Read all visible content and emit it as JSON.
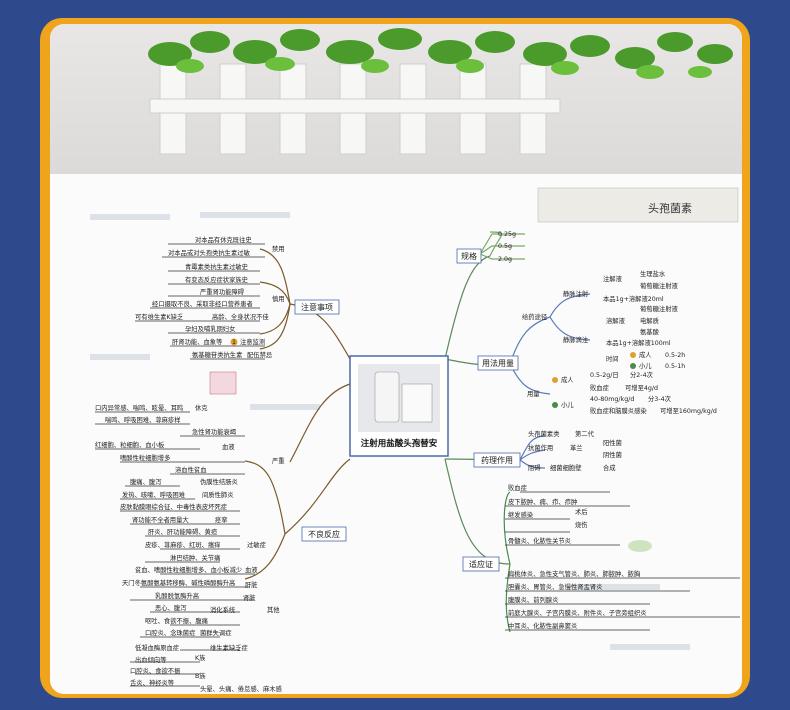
{
  "header_title": "头孢菌素",
  "central": "注射用盐酸头孢替安",
  "badge_counts": {
    "one": "1"
  },
  "guige": {
    "label": "规格",
    "items": [
      "0.25g",
      "0.5g",
      "2.0g"
    ]
  },
  "yongfa": {
    "label": "用法用量",
    "route_label": "给药途径",
    "iv_push": "静脉注射",
    "iv_push_items": [
      "注解液",
      "生理盐水",
      "葡萄糖注射液",
      "本品1g+溶解液20ml"
    ],
    "iv_drip": "静脉滴注",
    "iv_drip_items": [
      "溶解液",
      "葡萄糖注射液",
      "电解质",
      "氨基酸",
      "本品1g+溶解液100ml"
    ],
    "time_label": "时间",
    "adult_time": "成人",
    "adult_time_val": "0.5-2h",
    "child_time": "小儿",
    "child_time_val": "0.5-1h",
    "dose_label": "用量",
    "adult": "成人",
    "adult_items": [
      "0.5-2g/日",
      "分2-4次"
    ],
    "child": "小儿",
    "child_items": [
      "败血症",
      "可增至4g/d",
      "40-80mg/kg/d",
      "分3-4次",
      "败血症和脑膜炎感染",
      "可增至160mg/kg/d"
    ]
  },
  "yaoli": {
    "label": "药理作用",
    "class": "头孢菌素类",
    "gen": "第二代",
    "antibac": "抗菌作用",
    "antibac_val": "革兰",
    "gplus": "阳性菌",
    "gminus": "阴性菌",
    "inhibit": "阻碍",
    "inhibit_val": "细菌细胞壁",
    "synth": "合成"
  },
  "shiying": {
    "label": "适应证",
    "group_label": "败血症",
    "items": [
      "皮下脓肿、痈、疖、疖肿",
      "继发感染",
      "术后",
      "烧伤",
      "骨髓炎、化脓性关节炎",
      "扁桃体炎、急性支气管炎、肺炎、肺脓肿、脓胸",
      "胆囊炎、胃管炎、急慢性肾盂肾炎",
      "腹膜炎、前列腺炎",
      "前庭大腺炎、子宫内膜炎、附件炎、子宫旁组织炎",
      "中耳炎、化脓性副鼻窦炎"
    ]
  },
  "zhuyi": {
    "label": "注意事项",
    "forbid": "禁用",
    "forbid_items": [
      "对本品有休克既往史",
      "对本品或对头孢类抗生素过敏"
    ],
    "caution": "慎用",
    "caution_items": [
      "青霉素类抗生素过敏史",
      "有变态反应症状家族史",
      "严重肾功能障碍",
      "经口摄取不良、采取非经口营养患者",
      "可有维生素K缺乏",
      "高龄、全身状况不佳",
      "孕妇及哺乳期妇女"
    ],
    "monitor": "注意监测",
    "monitor_items": [
      "肝肾功能、血象等"
    ],
    "compat": "配伍禁忌",
    "compat_items": [
      "氨基糖苷类抗生素"
    ]
  },
  "buliang": {
    "label": "不良反应",
    "severe": "严重",
    "shock_label": "休克",
    "shock_items": [
      "口内异常感、喘鸣、眩晕、耳鸣",
      "喘鸣、呼吸困难、荨麻疹样"
    ],
    "kidney": "急性肾功能衰竭",
    "blood": "血液",
    "blood_items": [
      "红细胞、粒细胞、血小板",
      "嗜酸性粒细胞增多",
      "溶血性贫血"
    ],
    "colitis": "伪膜性结肠炎",
    "colitis_items": [
      "腹痛、腹泻"
    ],
    "pneumonia": "间质性肺炎",
    "pneumonia_items": [
      "发热、咳嗽、呼吸困难"
    ],
    "skin": "皮肤黏膜眼综合征、中毒性表皮坏死症",
    "spasm": "痉挛",
    "spasm_items": [
      "肾功能不全者用量大"
    ],
    "liver": "肝炎、肝功能障碍、黄疸",
    "allergy": "过敏症",
    "allergy_items": [
      "皮疹、荨麻疹、红斑、瘙痒",
      "淋巴结肿、关节痛"
    ],
    "blood2": "血液",
    "blood2_items": [
      "贫血、嗜酸性粒细胞增多、血小板减少"
    ],
    "liver2": "肝脏",
    "liver2_items": [
      "天门冬氨酸氨基转移酶、碱性磷酸酶升高"
    ],
    "kidney2": "肾脏",
    "kidney2_items": [
      "乳酸脱氢酶升高"
    ],
    "gi": "消化系统",
    "gi_items": [
      "恶心、腹泻",
      "呕吐、食欲不振、腹痛"
    ],
    "flora": "菌群失调症",
    "flora_items": [
      "口腔炎、念珠菌症"
    ],
    "vit": "维生素缺乏症",
    "vitk": "K族",
    "vitk_items": [
      "低凝血酶原血症",
      "出血倾向等"
    ],
    "vitb": "B族",
    "vitb_items": [
      "口腔炎、食欲不振",
      "舌炎、神经炎等"
    ],
    "other_label": "其他",
    "other_items": [
      "头晕、头痛、倦怠感、麻木感"
    ]
  }
}
